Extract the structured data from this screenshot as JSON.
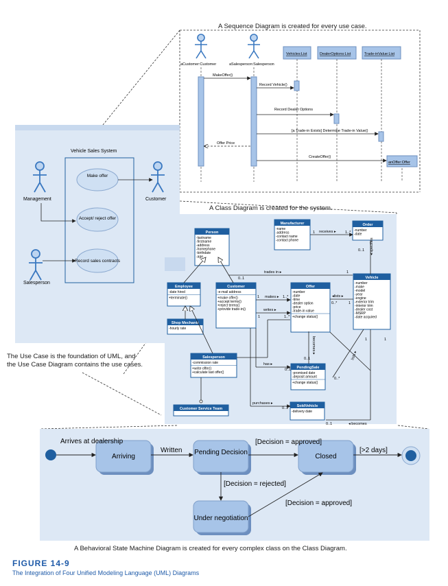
{
  "captions": {
    "sequence": "A Sequence Diagram is created for every use case.",
    "class": "A Class Diagram is created for the system.",
    "usecase_1": "The Use Case is the foundation of UML, and",
    "usecase_2": "the Use Case Diagram contains the use cases.",
    "state": "A Behavioral State Machine Diagram is created for every complex class on the Class Diagram."
  },
  "figure": {
    "number": "FIGURE 14-9",
    "title": "The Integration of Four Unified Modeling Language (UML) Diagrams"
  },
  "use_case": {
    "system_title": "Vehicle Sales System",
    "actors": [
      "Management",
      "Customer",
      "Salesperson"
    ],
    "use_cases": [
      "Make offer",
      "Accept/ reject offer",
      "Record sales contracts"
    ]
  },
  "sequence": {
    "lifelines": [
      "aCustomer:Customer",
      "aSalesperson:Salesperson",
      "Vehicles:List",
      "DealerOptions:List",
      "Trade-inValue:List"
    ],
    "messages": [
      "MakeOffer()",
      "Record Vehicle()",
      "Record Dealer Options",
      "[a Trade-in Exists] Determine Trade-in Value()",
      "Offer Price",
      "CreateOffer()"
    ],
    "created_object": "anOffer:Offer"
  },
  "class_diagram": {
    "classes": [
      {
        "name": "Person",
        "attrs": [
          "-lastname",
          "-firstname",
          "-address",
          "-homephone",
          "-birthdate",
          "-age"
        ],
        "ops": []
      },
      {
        "name": "Manufacturer",
        "attrs": [
          "-name",
          "-address",
          "-contact name",
          "-contact phone"
        ],
        "ops": []
      },
      {
        "name": "Order",
        "attrs": [
          "-number",
          "-date"
        ],
        "ops": []
      },
      {
        "name": "Employee",
        "attrs": [
          "-date hired"
        ],
        "ops": [
          "+terminate()"
        ]
      },
      {
        "name": "Customer",
        "attrs": [
          "-e-mail address"
        ],
        "ops": [
          "+make offer()",
          "+accept terms()",
          "+reject terms()",
          "+provide trade-in()"
        ]
      },
      {
        "name": "Offer",
        "attrs": [
          "-number",
          "-date",
          "-time",
          "-dealer option",
          "-price",
          "-trade-in value"
        ],
        "ops": [
          "+change status()"
        ]
      },
      {
        "name": "Vehicle",
        "attrs": [
          "-number",
          "-make",
          "-model",
          "-year",
          "-engine",
          "-exterior trim",
          "-interior trim",
          "-dealer cost",
          "-MSRP",
          "-date acquired"
        ],
        "ops": []
      },
      {
        "name": "Shop Mechanic",
        "attrs": [
          "-hourly rate"
        ],
        "ops": []
      },
      {
        "name": "Salesperson",
        "attrs": [
          "-commission rate"
        ],
        "ops": [
          "+write offer()",
          "+calculate last offer()"
        ]
      },
      {
        "name": "PendingSale",
        "attrs": [
          "-promised date",
          "-deposit amount"
        ],
        "ops": [
          "+change status()"
        ]
      },
      {
        "name": "Customer Service Team",
        "attrs": [],
        "ops": []
      },
      {
        "name": "SoldVehicle",
        "attrs": [
          "-delivery date"
        ],
        "ops": []
      }
    ],
    "assoc_labels": {
      "receives": "receives ▸",
      "trades_in": "trades in ▸",
      "makes": "makes ▸",
      "lists": "◂lists ▸",
      "writes": "writes ▸",
      "has": "has ▸",
      "purchases": "purchases ▸",
      "becomes_offer": "becomes ▸",
      "becomes_vehicle": "◂ becomes",
      "lists_v": "lists ▸",
      "specifies": "◂ specifies"
    },
    "multiplicities": {
      "one": "1",
      "zero_one": "0..1",
      "one_many": "1..*",
      "zero_many": "0..*"
    }
  },
  "state_machine": {
    "initial_label": "Arrives at dealership",
    "states": [
      "Arriving",
      "Pending Decision",
      "Closed",
      "Under negotiation"
    ],
    "transitions": [
      "Written",
      "[Decision = approved]",
      "[>2 days]",
      "[Decision = rejected]",
      "[Decision = approved]"
    ]
  },
  "colors": {
    "panel": "#dde8f5",
    "box": "#1f5fa0",
    "light_box": "#a7c4e8",
    "ellipse": "#cfe0f3",
    "figure": "#1e5aa8"
  }
}
